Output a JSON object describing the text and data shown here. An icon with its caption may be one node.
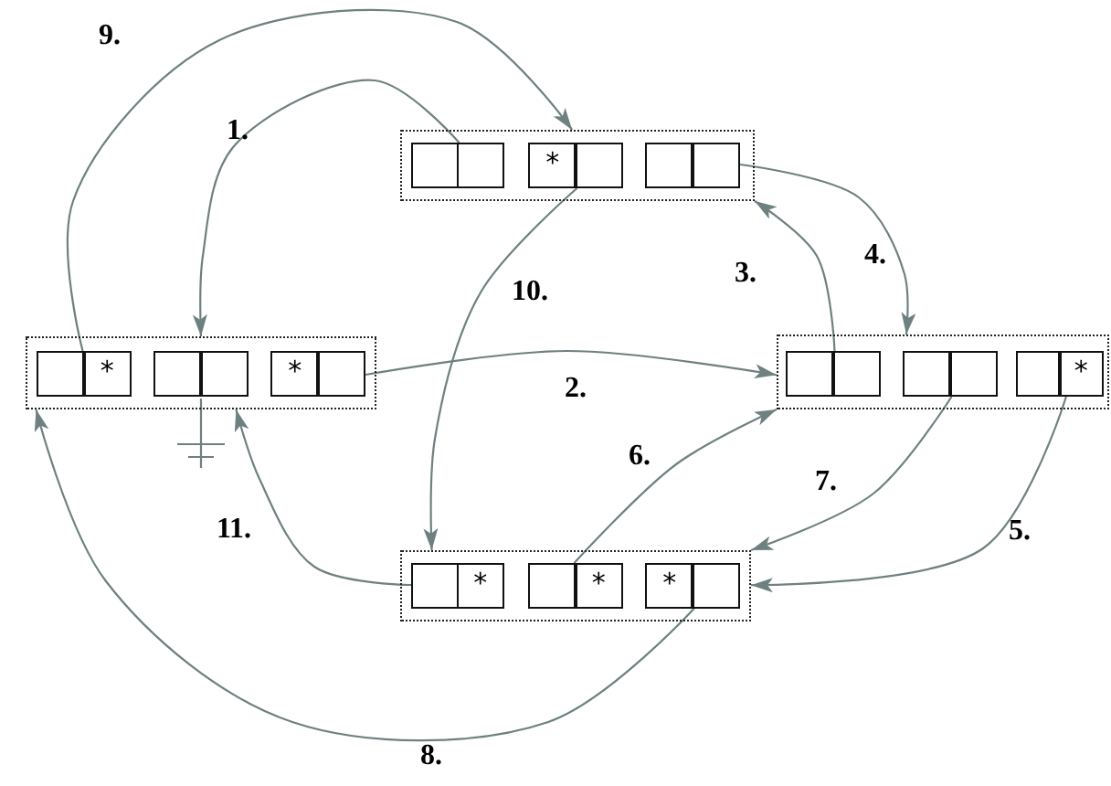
{
  "diagram": {
    "nodes": [
      {
        "text": [],
        "shape": "box"
      },
      {
        "text": [],
        "shape": "box",
        "in": 0
      },
      {
        "text": [],
        "shape": "box",
        "in": 0
      },
      {
        "text": [
          "*"
        ],
        "in": 0
      },
      {
        "text": [],
        "shape": "box",
        "in": 0
      },
      {
        "text": [],
        "shape": "box",
        "in": 0
      },
      {
        "text": [],
        "shape": "box",
        "in": 0
      },
      {
        "text": [],
        "shape": "box"
      },
      {
        "text": [],
        "shape": "box",
        "in": 7
      },
      {
        "text": [
          "*"
        ],
        "in": 7
      },
      {
        "text": [],
        "shape": "box",
        "in": 7
      },
      {
        "text": [],
        "shape": "box",
        "in": 7
      },
      {
        "text": [
          "*"
        ],
        "in": 7
      },
      {
        "text": [],
        "shape": "box",
        "in": 7
      },
      {
        "text": [],
        "shape": "box"
      },
      {
        "text": [],
        "shape": "box",
        "in": 14
      },
      {
        "text": [],
        "shape": "box",
        "in": 14
      },
      {
        "text": [],
        "shape": "box",
        "in": 14
      },
      {
        "text": [],
        "shape": "box",
        "in": 14
      },
      {
        "text": [],
        "shape": "box",
        "in": 14
      },
      {
        "text": [
          "*"
        ],
        "in": 14
      },
      {
        "text": [],
        "shape": "box"
      },
      {
        "text": [],
        "shape": "box",
        "in": 21
      },
      {
        "text": [
          "*"
        ],
        "in": 21
      },
      {
        "text": [],
        "shape": "box",
        "in": 21
      },
      {
        "text": [
          "*"
        ],
        "in": 21
      },
      {
        "text": [
          "*"
        ],
        "in": 21
      },
      {
        "text": [],
        "shape": "box",
        "in": 21
      }
    ],
    "edges": [
      {
        "from": 1,
        "to": 7,
        "arrow": "to",
        "label": "1."
      },
      {
        "from": 13,
        "to": 14,
        "arrow": "to",
        "label": "2."
      },
      {
        "from": 15,
        "to": 0,
        "arrow": "to",
        "label": "3."
      },
      {
        "from": 6,
        "to": 14,
        "arrow": "to",
        "label": "4."
      },
      {
        "from": 20,
        "to": 21,
        "arrow": "to",
        "label": "5."
      },
      {
        "from": 25,
        "to": 14,
        "arrow": "to",
        "label": "6."
      },
      {
        "from": 17,
        "to": 21,
        "arrow": "to",
        "label": "7."
      },
      {
        "from": 26,
        "to": 7,
        "arrow": "to",
        "label": "8."
      },
      {
        "from": 9,
        "to": 0,
        "arrow": "to",
        "label": "9."
      },
      {
        "from": 3,
        "to": 21,
        "arrow": "to",
        "label": "10."
      },
      {
        "from": 22,
        "to": 7,
        "arrow": "to",
        "label": "11."
      }
    ]
  }
}
